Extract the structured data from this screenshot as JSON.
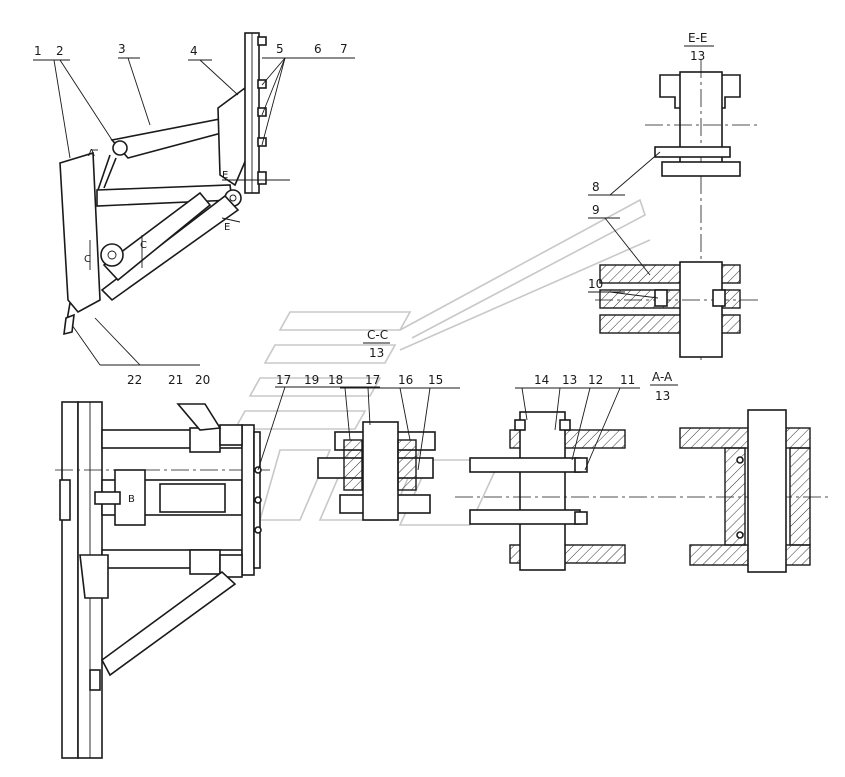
{
  "callouts": {
    "c1": "1",
    "c2": "2",
    "c3": "3",
    "c4": "4",
    "c5": "5",
    "c6": "6",
    "c7": "7",
    "c8": "8",
    "c9": "9",
    "c10": "10",
    "c11": "11",
    "c12": "12",
    "c13": "13",
    "c14": "14",
    "c15": "15",
    "c16": "16",
    "c17": "17",
    "c18": "18",
    "c19": "19",
    "c20": "20",
    "c21": "21",
    "c22": "22"
  },
  "sections": {
    "ee_name": "E-E",
    "ee_sheet": "13",
    "cc_name": "C-C",
    "cc_sheet": "13",
    "aa_name": "A-A",
    "aa_sheet": "13"
  },
  "marks": {
    "a_left": "A",
    "e_upper": "E",
    "e_lower": "E",
    "c_left": "C",
    "c_right": "C",
    "b_mark": "B"
  }
}
